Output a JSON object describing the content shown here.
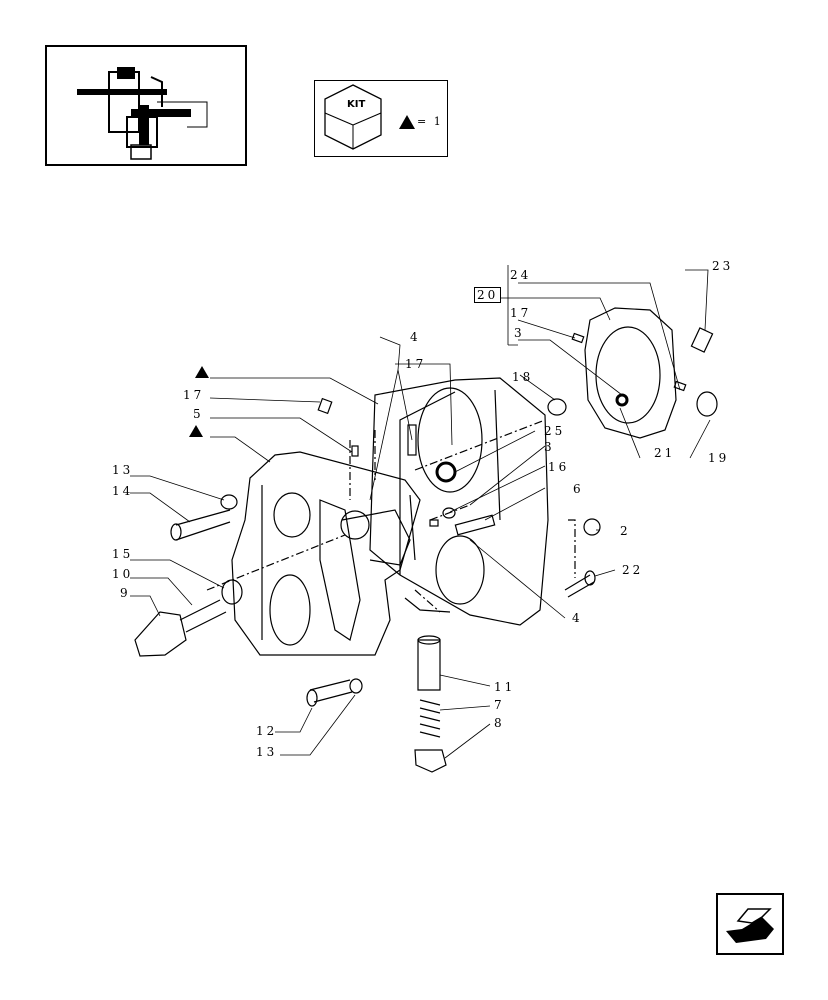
{
  "kit_legend": {
    "kit_label": "KIT",
    "quantity_text": "= 1"
  },
  "callouts": [
    {
      "id": "c24",
      "text": "24"
    },
    {
      "id": "c20",
      "text": "20"
    },
    {
      "id": "c17a",
      "text": "17"
    },
    {
      "id": "c3a",
      "text": "3"
    },
    {
      "id": "c23",
      "text": "23"
    },
    {
      "id": "c4a",
      "text": "4"
    },
    {
      "id": "c17b",
      "text": "17"
    },
    {
      "id": "c18",
      "text": "18"
    },
    {
      "id": "c17c",
      "text": "17"
    },
    {
      "id": "c5",
      "text": "5"
    },
    {
      "id": "c25",
      "text": "25"
    },
    {
      "id": "c3b",
      "text": "3"
    },
    {
      "id": "c21",
      "text": "21"
    },
    {
      "id": "c19",
      "text": "19"
    },
    {
      "id": "c16",
      "text": "16"
    },
    {
      "id": "c13a",
      "text": "13"
    },
    {
      "id": "c6",
      "text": "6"
    },
    {
      "id": "c14",
      "text": "14"
    },
    {
      "id": "c2",
      "text": "2"
    },
    {
      "id": "c15",
      "text": "15"
    },
    {
      "id": "c22",
      "text": "22"
    },
    {
      "id": "c10",
      "text": "10"
    },
    {
      "id": "c9",
      "text": "9"
    },
    {
      "id": "c4b",
      "text": "4"
    },
    {
      "id": "c11",
      "text": "11"
    },
    {
      "id": "c7",
      "text": "7"
    },
    {
      "id": "c8",
      "text": "8"
    },
    {
      "id": "c12",
      "text": "12"
    },
    {
      "id": "c13b",
      "text": "13"
    }
  ]
}
